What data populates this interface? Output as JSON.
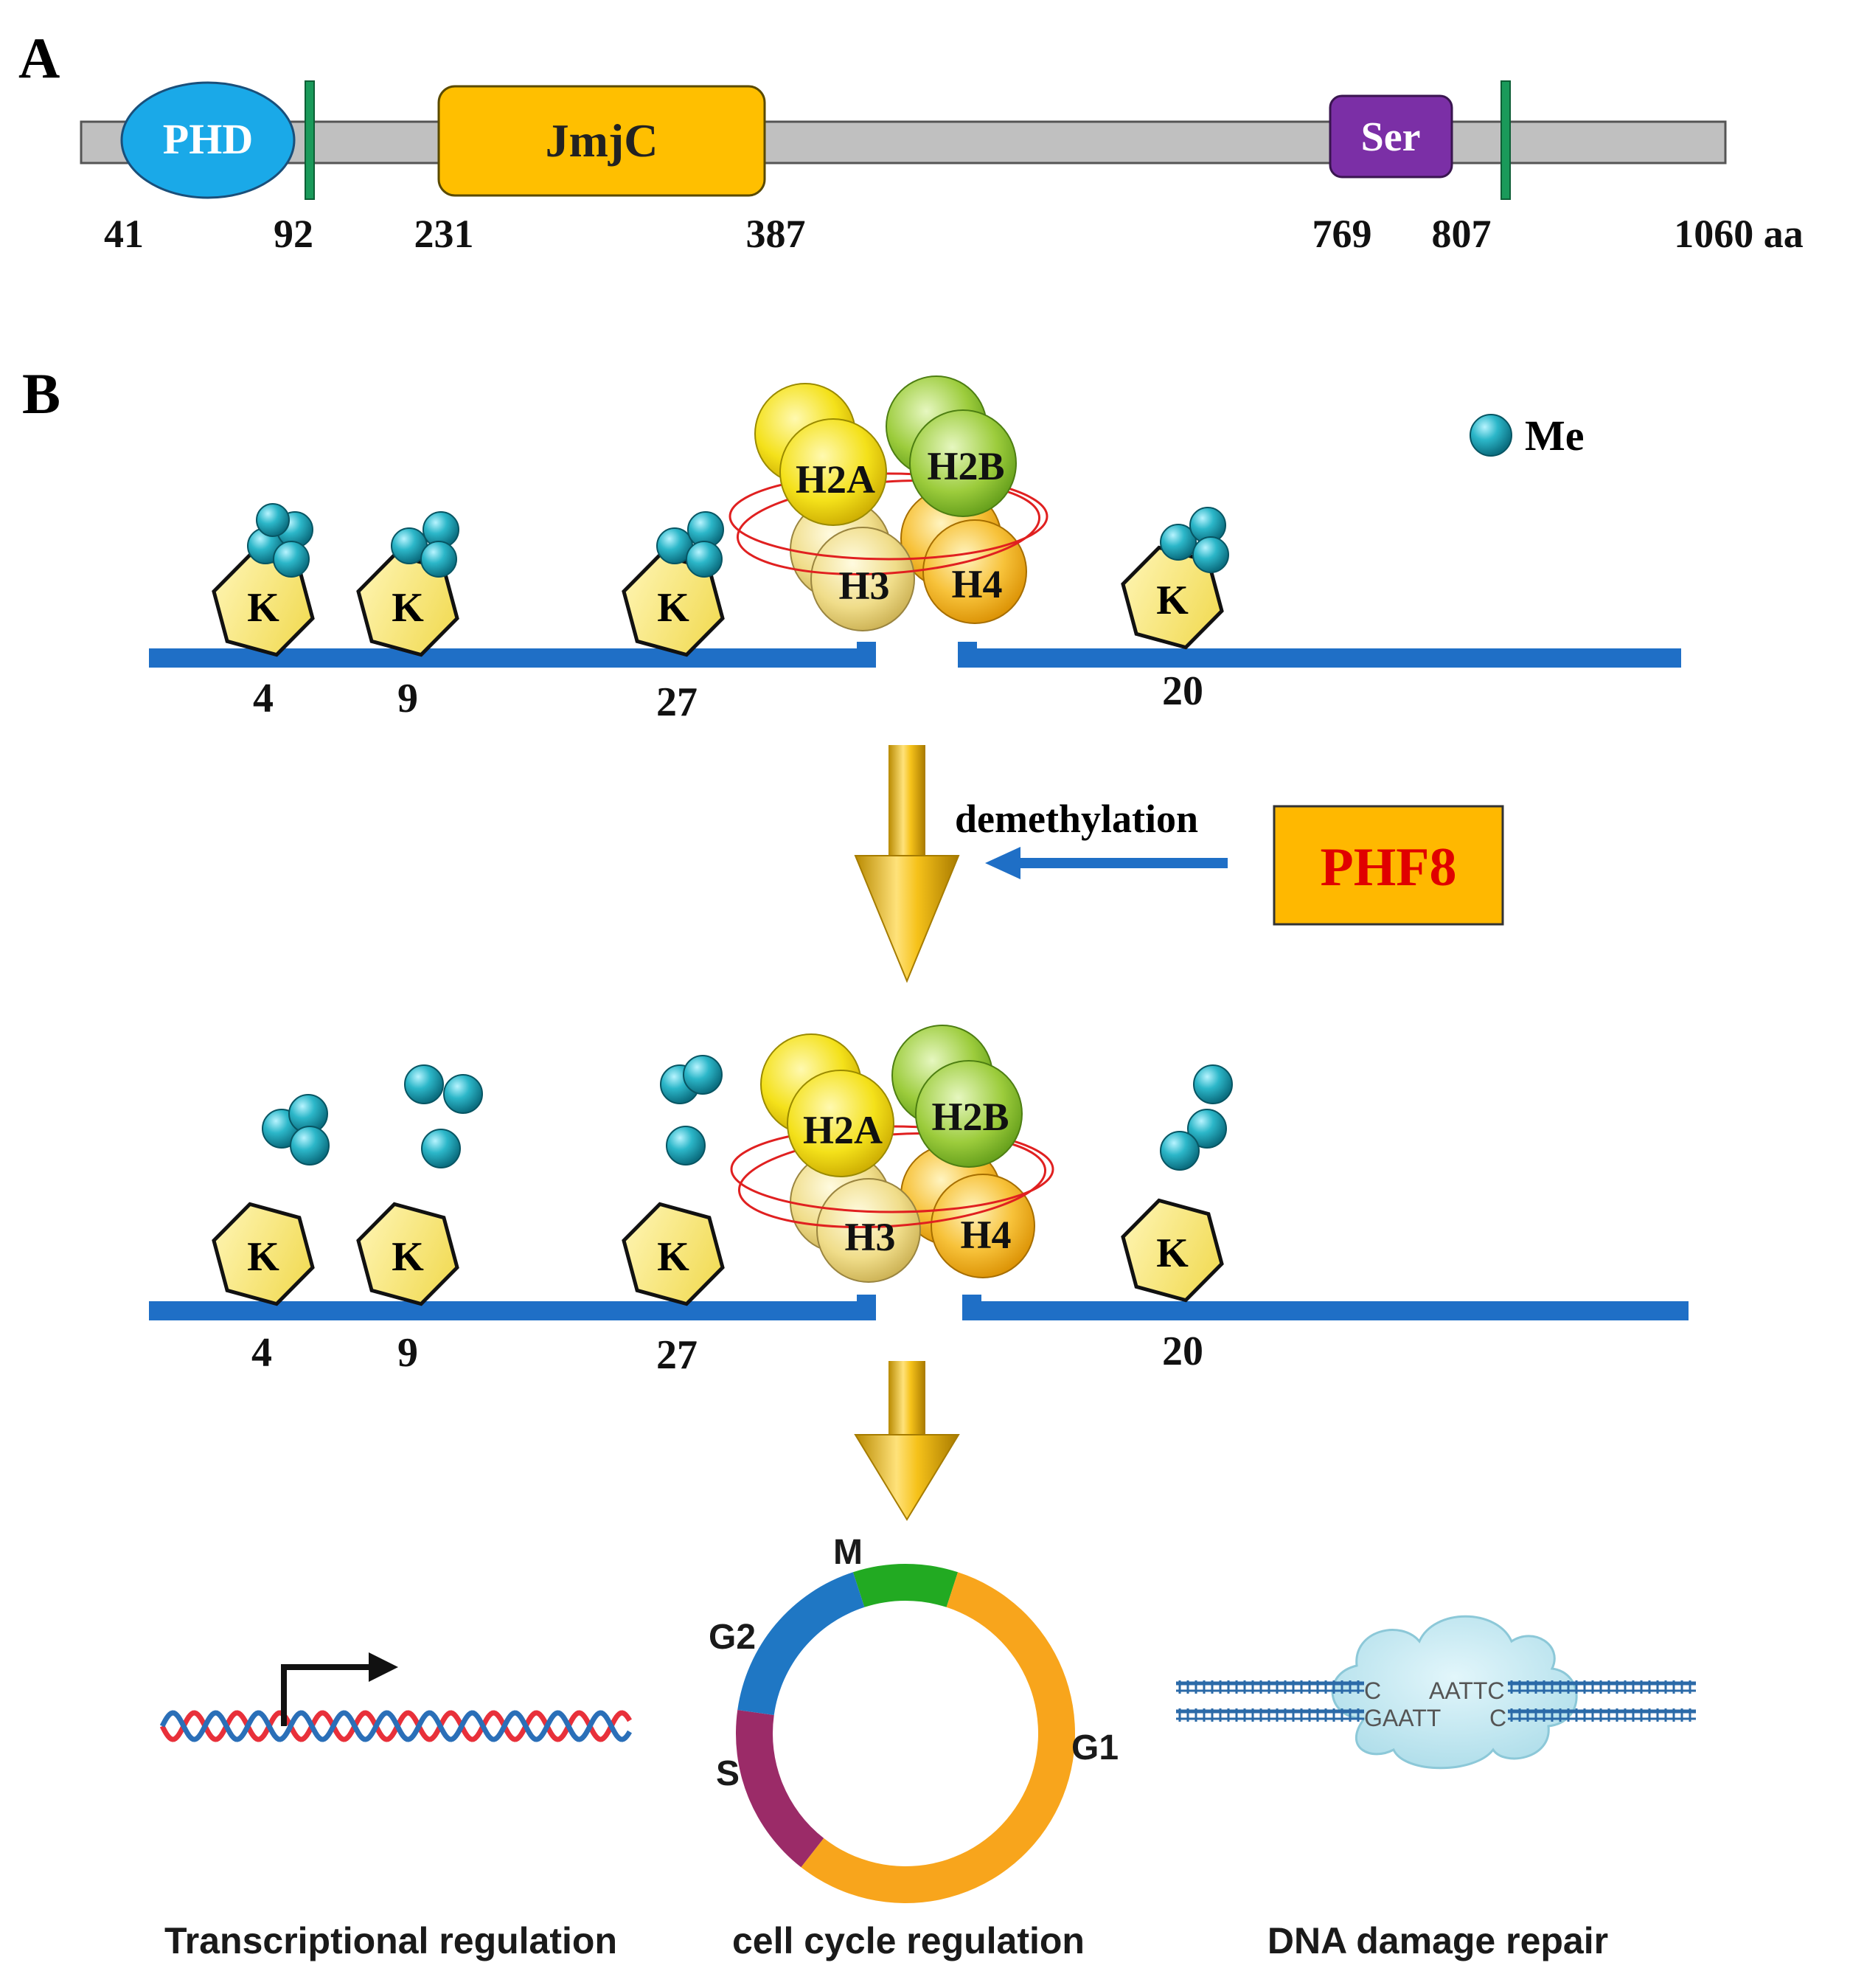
{
  "panel_a": {
    "label": "A",
    "domains": [
      {
        "name": "PHD",
        "color": "#1aa9e8",
        "text_color": "#ffffff"
      },
      {
        "name": "JmjC",
        "color": "#ffbf00",
        "text_color": "#222222"
      },
      {
        "name": "Ser",
        "color": "#7b2fa6",
        "text_color": "#ffffff"
      }
    ],
    "positions": [
      "41",
      "92",
      "231",
      "387",
      "769",
      "807",
      "1060 aa"
    ],
    "protein_color": "#c0c0c0",
    "marker_color": "#1a9a5a"
  },
  "panel_b": {
    "label": "B",
    "legend": "Me",
    "histones": [
      "H2A",
      "H2B",
      "H3",
      "H4"
    ],
    "lysine_label": "K",
    "sites": [
      "4",
      "9",
      "27",
      "20"
    ],
    "process": "demethylation",
    "enzyme": "PHF8",
    "outcomes": [
      "Transcriptional regulation",
      "cell cycle regulation",
      "DNA damage repair"
    ],
    "cell_cycle_phases": [
      "M",
      "G2",
      "S",
      "G1"
    ],
    "dna_sequence": {
      "top_left": "C",
      "top_right": "AATTC",
      "bottom_left": "GAATT",
      "bottom_right": "C"
    },
    "colors": {
      "dna_line": "#1f6fc6",
      "methyl": "#1fa6b8",
      "lysine": "#f5e27a",
      "enzyme_box": "#ffb800",
      "enzyme_text": "#e00000",
      "arrow": "#f2b600",
      "phase_m": "#22aa22",
      "phase_g2": "#1f77c4",
      "phase_s": "#9b2b68",
      "phase_g1": "#f8a51c"
    }
  }
}
